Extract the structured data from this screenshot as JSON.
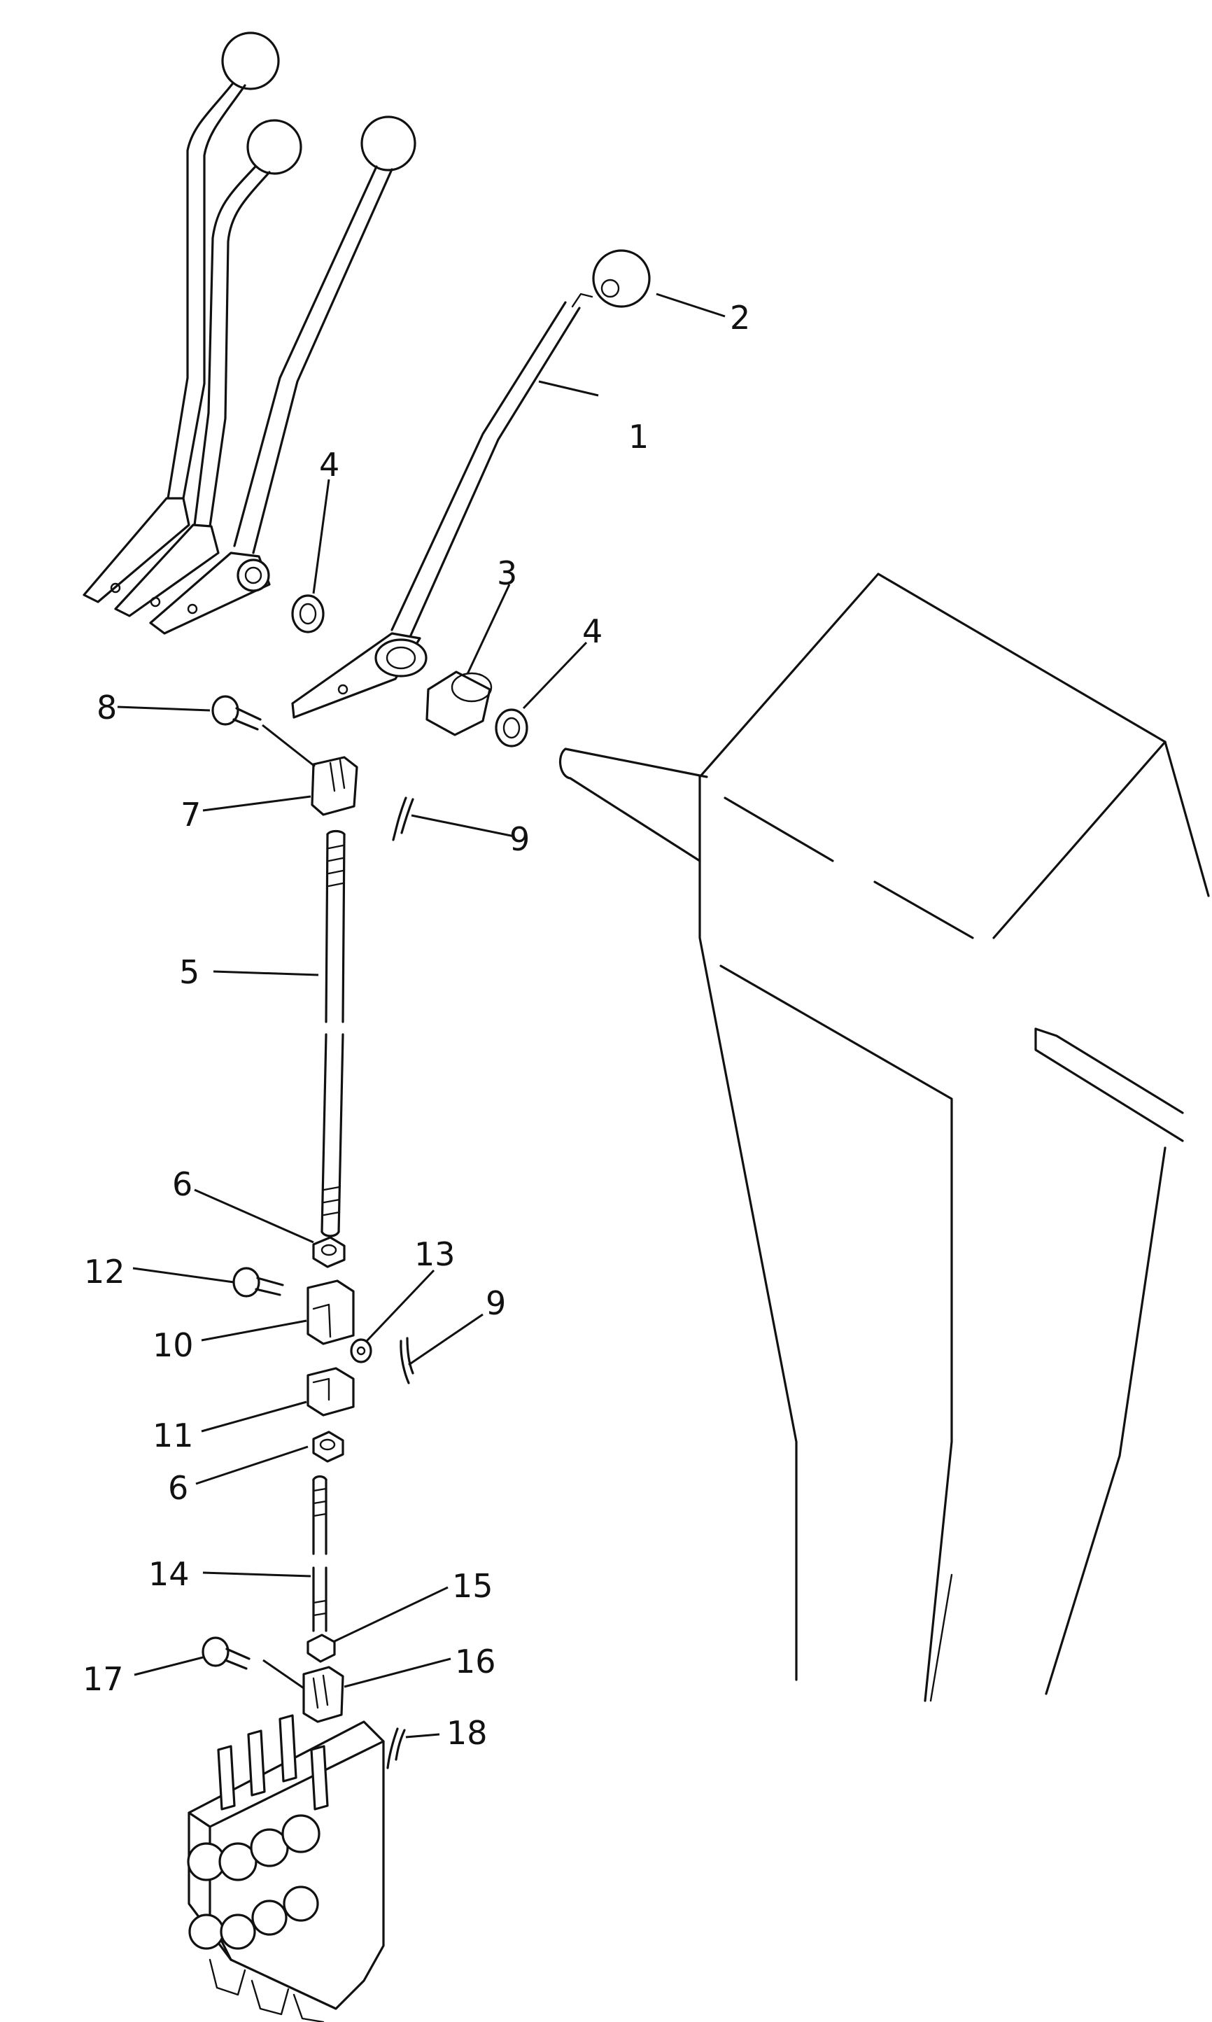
{
  "callouts": [
    {
      "id": "c1",
      "text": "1"
    },
    {
      "id": "c2",
      "text": "2"
    },
    {
      "id": "c3",
      "text": "3"
    },
    {
      "id": "c4a",
      "text": "4"
    },
    {
      "id": "c4b",
      "text": "4"
    },
    {
      "id": "c5",
      "text": "5"
    },
    {
      "id": "c6a",
      "text": "6"
    },
    {
      "id": "c6b",
      "text": "6"
    },
    {
      "id": "c7",
      "text": "7"
    },
    {
      "id": "c8",
      "text": "8"
    },
    {
      "id": "c9a",
      "text": "9"
    },
    {
      "id": "c9b",
      "text": "9"
    },
    {
      "id": "c10",
      "text": "10"
    },
    {
      "id": "c11",
      "text": "11"
    },
    {
      "id": "c12",
      "text": "12"
    },
    {
      "id": "c13",
      "text": "13"
    },
    {
      "id": "c14",
      "text": "14"
    },
    {
      "id": "c15",
      "text": "15"
    },
    {
      "id": "c16",
      "text": "16"
    },
    {
      "id": "c17",
      "text": "17"
    },
    {
      "id": "c18",
      "text": "18"
    }
  ]
}
